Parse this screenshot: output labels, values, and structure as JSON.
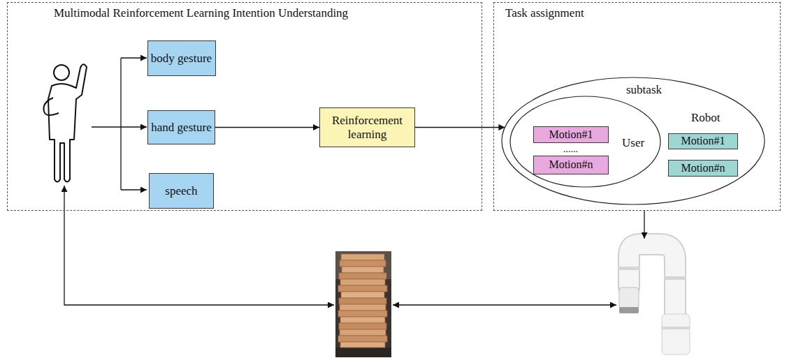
{
  "diagram": {
    "nodes": [
      {
        "text": [
          "Multimodal Reinforcement Learning Intention Understanding"
        ]
      },
      {
        "text": [
          "body gesture"
        ],
        "in": 0
      },
      {
        "text": [
          "hand gesture"
        ],
        "in": 0
      },
      {
        "text": [
          "speech"
        ],
        "in": 0
      },
      {
        "text": [
          "Reinforcement learning"
        ],
        "in": 0
      },
      {
        "text": [
          "Task assignment"
        ]
      },
      {
        "text": [
          "subtask",
          "Robot"
        ],
        "in": 5
      },
      {
        "text": [
          "......",
          "User"
        ],
        "in": 6
      },
      {
        "text": [
          "Motion#1"
        ],
        "in": 7
      },
      {
        "text": [
          "Motion#n"
        ],
        "in": 7
      },
      {
        "text": [
          "Motion#1"
        ],
        "in": 6
      },
      {
        "text": [
          "Motion#n"
        ],
        "in": 6
      }
    ],
    "edges": [
      {
        "from": 2,
        "to": 4,
        "arrow": "to"
      },
      {
        "from": 4,
        "to": 6,
        "arrow": "to"
      }
    ]
  }
}
